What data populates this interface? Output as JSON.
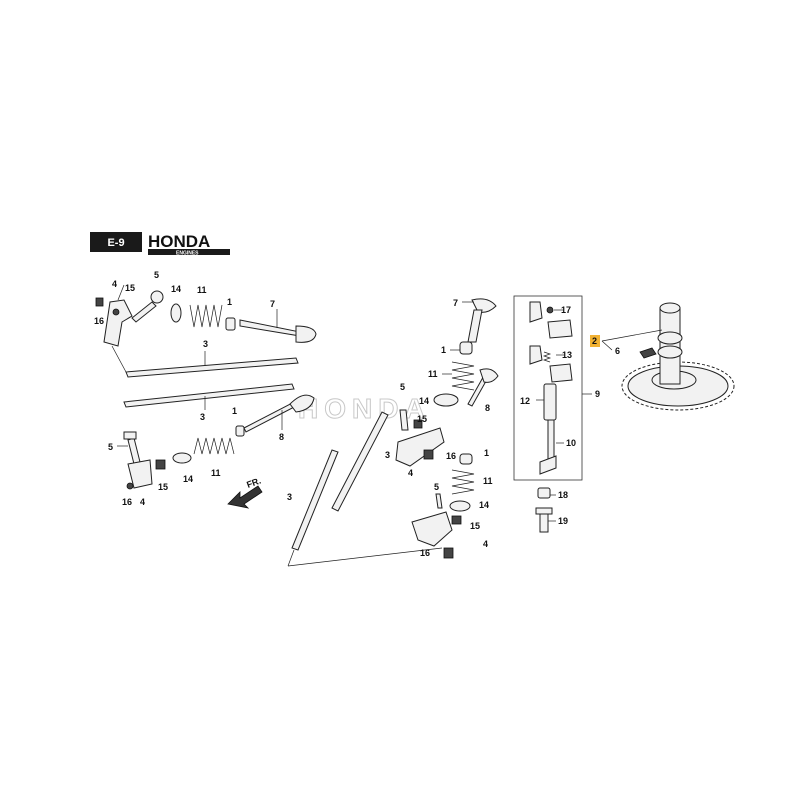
{
  "header": {
    "section_code": "E-9",
    "brand": "HONDA",
    "brand_sub": "ENGINES"
  },
  "direction_label": "FR.",
  "watermark": "HONDA",
  "callouts": {
    "c1a": "1",
    "c1b": "1",
    "c1c": "1",
    "c1d": "1",
    "c2": "2",
    "c3a": "3",
    "c3b": "3",
    "c3c": "3",
    "c3d": "3",
    "c4a": "4",
    "c4b": "4",
    "c4c": "4",
    "c4d": "4",
    "c5a": "5",
    "c5b": "5",
    "c5c": "5",
    "c5d": "5",
    "c6": "6",
    "c7a": "7",
    "c7b": "7",
    "c8a": "8",
    "c8b": "8",
    "c9": "9",
    "c10": "10",
    "c11a": "11",
    "c11b": "11",
    "c11c": "11",
    "c11d": "11",
    "c12": "12",
    "c13": "13",
    "c14a": "14",
    "c14b": "14",
    "c14c": "14",
    "c14d": "14",
    "c15a": "15",
    "c15b": "15",
    "c15c": "15",
    "c15d": "15",
    "c16a": "16",
    "c16b": "16",
    "c16c": "16",
    "c16d": "16",
    "c17": "17",
    "c18": "18",
    "c19": "19"
  },
  "colors": {
    "highlight": "#f2b233",
    "badge_bg": "#1a1a1a",
    "line": "#222222"
  }
}
